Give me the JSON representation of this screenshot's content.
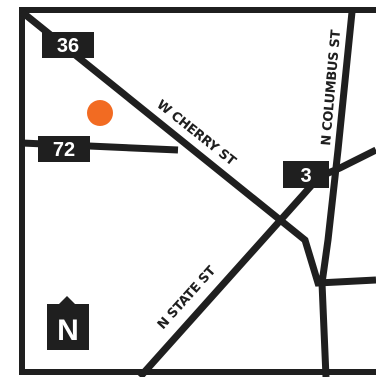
{
  "colors": {
    "background": "#ffffff",
    "road": "#1f1f1f",
    "shield_fill": "#1f1f1f",
    "shield_text": "#ffffff",
    "marker": "#f26b22"
  },
  "roads": {
    "w_cherry_st": "W CHERRY ST",
    "n_columbus_st": "N COLUMBUS ST",
    "n_state_st": "N STATE ST"
  },
  "shields": {
    "route_36": "36",
    "route_72": "72",
    "route_3": "3"
  },
  "compass": {
    "label": "N",
    "icon": "north-arrow-icon"
  },
  "marker": {
    "icon": "location-marker-icon"
  }
}
